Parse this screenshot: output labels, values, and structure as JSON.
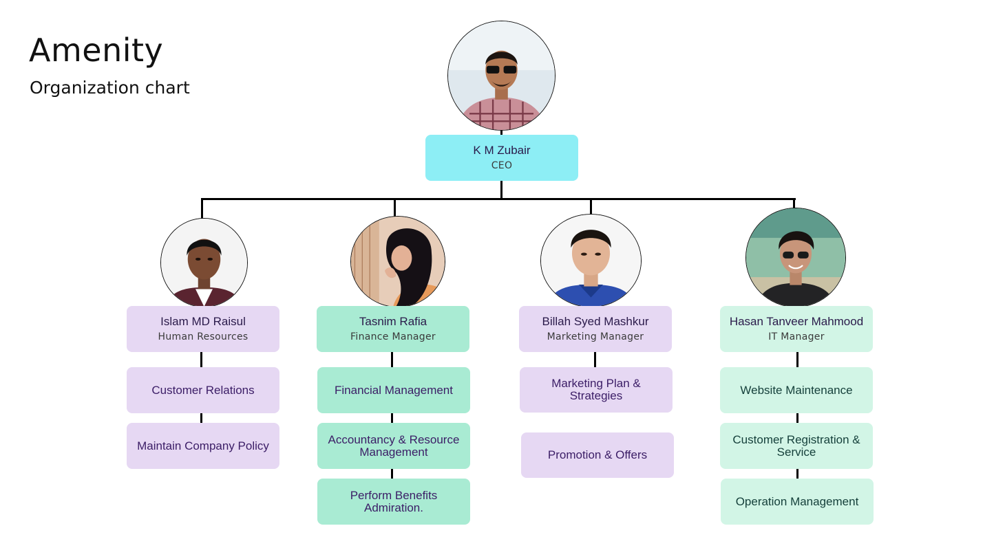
{
  "header": {
    "title": "Amenity",
    "subtitle": "Organization chart"
  },
  "colors": {
    "ceo_box": "#8deef5",
    "purple_box": "#e6d8f3",
    "green_box": "#a9ebd3",
    "light_green_box": "#d2f5e6",
    "connector": "#000000"
  },
  "ceo": {
    "name": "K M Zubair",
    "role": "CEO",
    "photo_icon": "person-photo"
  },
  "managers": [
    {
      "name": "Islam MD Raisul",
      "role": "Human Resources",
      "tasks": [
        "Customer Relations",
        "Maintain Company Policy"
      ]
    },
    {
      "name": "Tasnim Rafia",
      "role": "Finance Manager",
      "tasks": [
        "Financial Management",
        "Accountancy & Resource Management",
        "Perform Benefits Admiration."
      ]
    },
    {
      "name": "Billah Syed Mashkur",
      "role": "Marketing Manager",
      "tasks": [
        "Marketing Plan & Strategies",
        "Promotion & Offers"
      ]
    },
    {
      "name": "Hasan Tanveer Mahmood",
      "role": "IT Manager",
      "tasks": [
        "Website Maintenance",
        "Customer Registration & Service",
        "Operation Management"
      ]
    }
  ]
}
